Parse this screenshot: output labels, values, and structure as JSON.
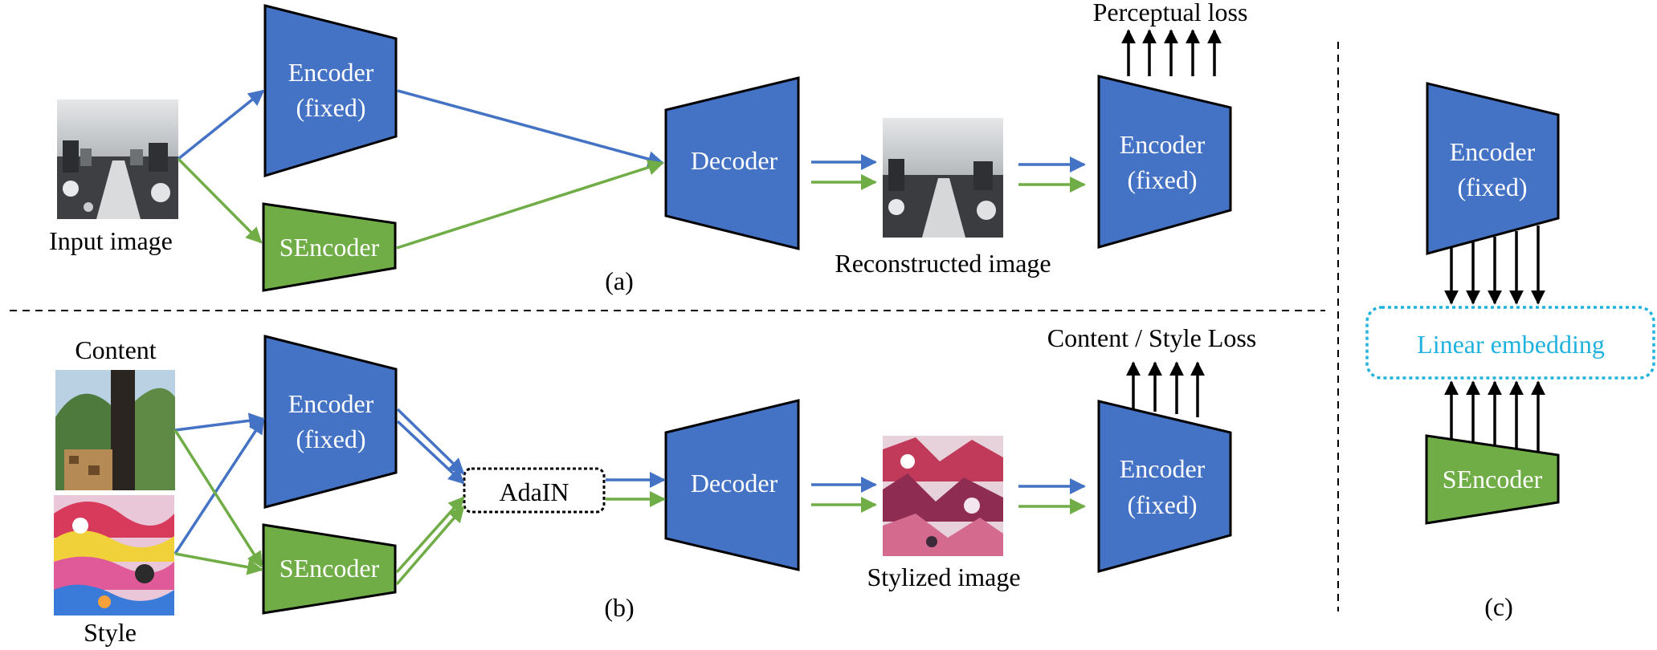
{
  "colors": {
    "encoder_blue": "#4472C4",
    "sencoder_green": "#70AD47",
    "arrow_blue": "#4472C4",
    "arrow_green": "#70AD47",
    "embedding_cyan": "#1FB2DE",
    "line_black": "#000000"
  },
  "panel_a": {
    "caption": "(a)",
    "input_label": "Input image",
    "encoder_line1": "Encoder",
    "encoder_line2": "(fixed)",
    "sencoder_label": "SEncoder",
    "decoder_label": "Decoder",
    "output_label": "Reconstructed image",
    "loss_encoder_line1": "Encoder",
    "loss_encoder_line2": "(fixed)",
    "loss_label": "Perceptual loss"
  },
  "panel_b": {
    "caption": "(b)",
    "content_label": "Content",
    "style_label": "Style",
    "encoder_line1": "Encoder",
    "encoder_line2": "(fixed)",
    "sencoder_label": "SEncoder",
    "adain_label": "AdaIN",
    "decoder_label": "Decoder",
    "output_label": "Stylized image",
    "loss_encoder_line1": "Encoder",
    "loss_encoder_line2": "(fixed)",
    "loss_label": "Content / Style Loss"
  },
  "panel_c": {
    "caption": "(c)",
    "encoder_line1": "Encoder",
    "encoder_line2": "(fixed)",
    "embedding_label": "Linear embedding",
    "sencoder_label": "SEncoder"
  }
}
